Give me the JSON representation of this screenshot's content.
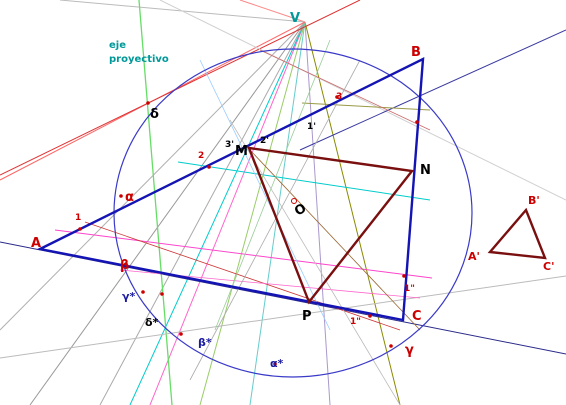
{
  "caption": {
    "line1": "eje",
    "line2": "proyectivo"
  },
  "vertex_labels": {
    "V": "V",
    "A": "A",
    "B": "B",
    "C": "C",
    "M": "M",
    "N": "N",
    "P": "P",
    "O": "O",
    "A1": "A'",
    "B1": "B'",
    "C1": "C'"
  },
  "greek_labels": {
    "alpha": "α",
    "beta": "β",
    "gamma": "γ",
    "delta": "δ",
    "alpha_star": "α*",
    "beta_star": "β*",
    "gamma_star": "γ*",
    "delta_star": "δ*"
  },
  "number_labels": {
    "n1": "1",
    "n2": "2",
    "n3": "3",
    "n1p": "1'",
    "n2p": "2'",
    "n3p": "3'",
    "n1pp_a": "1\"",
    "n1pp_b": "1\""
  },
  "colors": {
    "triangle_abc": "#1414b4",
    "triangle_mnp": "#7a0f0f",
    "circle": "#3a3ac8",
    "projective_axis": "#66dd66",
    "label_red": "#cc0000",
    "label_dark": "#000000",
    "label_blue": "#1a1aa0",
    "caption": "#009999"
  },
  "icons": {
    "center_point": "circle-dot-icon"
  }
}
